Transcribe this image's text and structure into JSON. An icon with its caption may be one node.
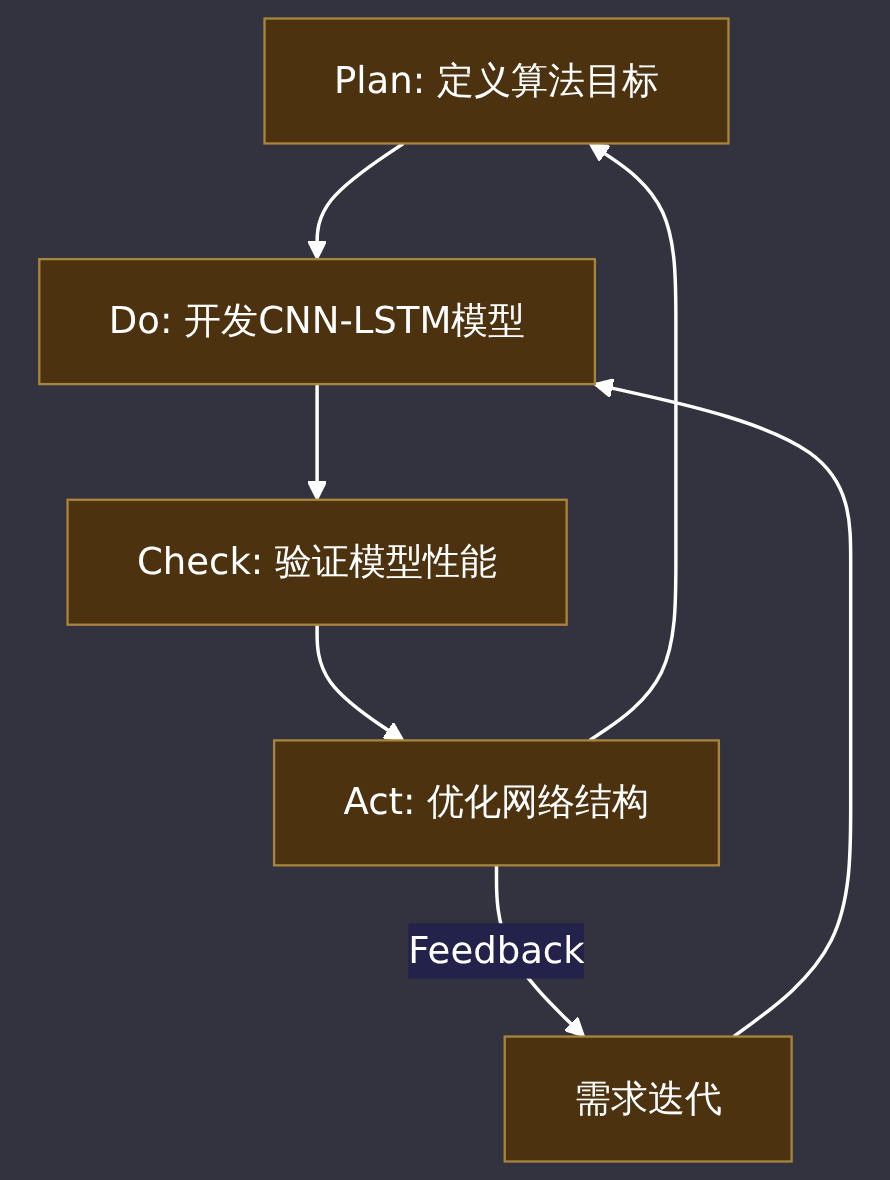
{
  "diagram": {
    "nodes": [
      {
        "text": [
          "Plan: 定义算法目标"
        ]
      },
      {
        "text": [
          "Do: 开发CNN-LSTM模型"
        ]
      },
      {
        "text": [
          "Check: 验证模型性能"
        ]
      },
      {
        "text": [
          "Act: 优化网络结构"
        ]
      },
      {
        "text": [
          "需求迭代"
        ]
      }
    ],
    "edges": [
      {
        "from": 0,
        "to": 1,
        "arrow": "to"
      },
      {
        "from": 1,
        "to": 2,
        "arrow": "to"
      },
      {
        "from": 2,
        "to": 3,
        "arrow": "to"
      },
      {
        "from": 3,
        "to": 0,
        "arrow": "to"
      },
      {
        "from": 3,
        "to": 4,
        "arrow": "to",
        "label": "Feedback"
      },
      {
        "from": 4,
        "to": 1,
        "arrow": "to"
      }
    ]
  }
}
